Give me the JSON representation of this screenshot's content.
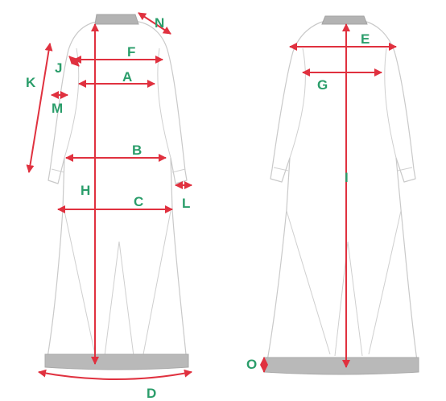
{
  "colors": {
    "arrow": "#e0313f",
    "label": "#2a9d6a",
    "garment_outline": "#c9c9c9",
    "hem_band": "#b9b9b9"
  },
  "views": [
    {
      "name": "front",
      "labels": [
        "N",
        "F",
        "J",
        "K",
        "A",
        "M",
        "B",
        "H",
        "C",
        "L",
        "D"
      ]
    },
    {
      "name": "back",
      "labels": [
        "E",
        "G",
        "I",
        "O"
      ]
    }
  ],
  "labels": {
    "A": "A",
    "B": "B",
    "C": "C",
    "D": "D",
    "E": "E",
    "F": "F",
    "G": "G",
    "H": "H",
    "I": "I",
    "J": "J",
    "K": "K",
    "L": "L",
    "M": "M",
    "N": "N",
    "O": "O"
  }
}
